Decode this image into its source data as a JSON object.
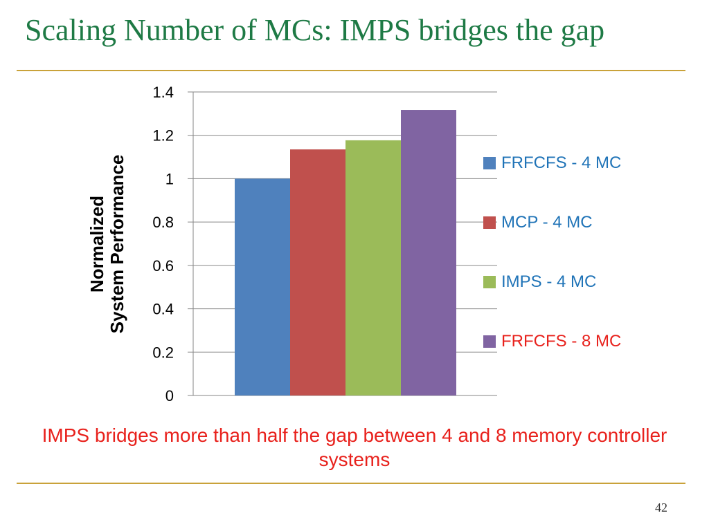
{
  "slide": {
    "title": "Scaling Number of MCs: IMPS bridges the gap",
    "caption": "IMPS bridges more than half the gap between 4 and 8 memory controller systems",
    "page_number": "42"
  },
  "colors": {
    "title": "#1e7a45",
    "rule": "#c9a23a",
    "caption": "#e8211c",
    "legend_text_default": "#1f73b7",
    "legend_text_highlight": "#e8211c"
  },
  "chart_data": {
    "type": "bar",
    "ylabel_lines": [
      "Normalized",
      "System Performance"
    ],
    "ylim": [
      0,
      1.4
    ],
    "ytick_labels": [
      "0",
      "0.2",
      "0.4",
      "0.6",
      "0.8",
      "1",
      "1.2",
      "1.4"
    ],
    "grid": true,
    "legend_position": "right",
    "series": [
      {
        "name": "FRFCFS - 4 MC",
        "values": [
          1.0
        ],
        "color": "#4f81bd"
      },
      {
        "name": "MCP - 4 MC",
        "values": [
          1.135
        ],
        "color": "#c0504d"
      },
      {
        "name": "IMPS - 4 MC",
        "values": [
          1.177
        ],
        "color": "#9bbb59"
      },
      {
        "name": "FRFCFS - 8 MC",
        "values": [
          1.317
        ],
        "color": "#8064a2"
      }
    ]
  }
}
